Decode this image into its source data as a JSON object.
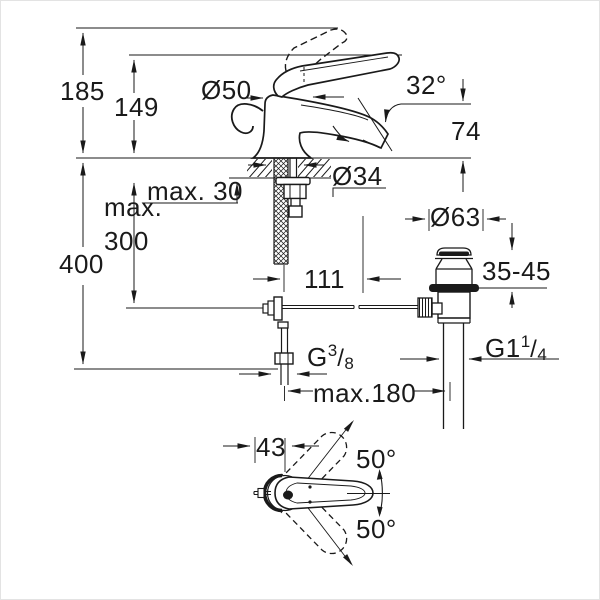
{
  "meta": {
    "drawing_type": "faucet-installation-dimension-drawing",
    "line_color": "#1a1a1a",
    "background_color": "#ffffff"
  },
  "labels": {
    "height_total": "185",
    "height_handle": "149",
    "dia_body": "Ø50",
    "spout_angle": "32°",
    "spout_height": "74",
    "deck_max_thickness": "max. 30",
    "dia_hole": "Ø34",
    "max_word": "max.",
    "max_depth_value": "300",
    "height_below": "400",
    "dia_waste_flange": "Ø63",
    "waste_deck_range": "35-45",
    "spout_reach": "111",
    "max_rod_length": "max.180",
    "handle_offset": "43",
    "swing_up": "50°",
    "swing_down": "50°",
    "thread_supply": {
      "prefix": "G",
      "numerator": "3",
      "slash": "/",
      "denominator": "8"
    },
    "thread_waste": {
      "prefix": "G1",
      "numerator": "1",
      "slash": "/",
      "denominator": "4"
    }
  }
}
